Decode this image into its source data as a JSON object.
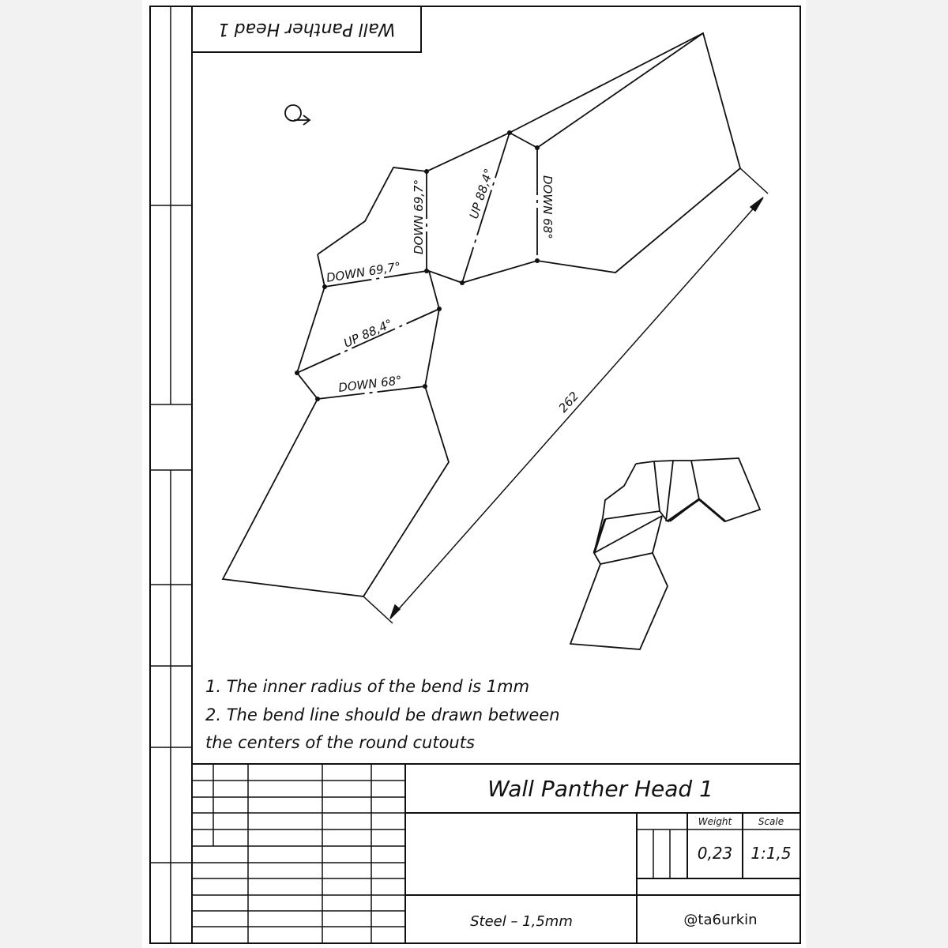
{
  "drawing": {
    "stamp_mirrored": "Wall Panther Head 1",
    "bends": {
      "down_697_top": "DOWN 69,7°",
      "up_884_top": "UP 88,4°",
      "down_68_top": "DOWN 68°",
      "down_697_left": "DOWN 69,7°",
      "up_884_left": "UP 88,4°",
      "down_68_left": "DOWN 68°"
    },
    "dimension": "262"
  },
  "notes": {
    "line1": "1.  The  inner  radius  of  the  bend  is  1mm",
    "line2": "2.  The  bend  line  should  be  drawn  between",
    "line3": "the  centers  of  the  round  cutouts"
  },
  "title_block": {
    "title": "Wall  Panther  Head  1",
    "weight_label": "Weight",
    "scale_label": "Scale",
    "weight_value": "0,23",
    "scale_value": "1:1,5",
    "material": "Steel  –  1,5mm",
    "author": "@ta6urkin"
  }
}
